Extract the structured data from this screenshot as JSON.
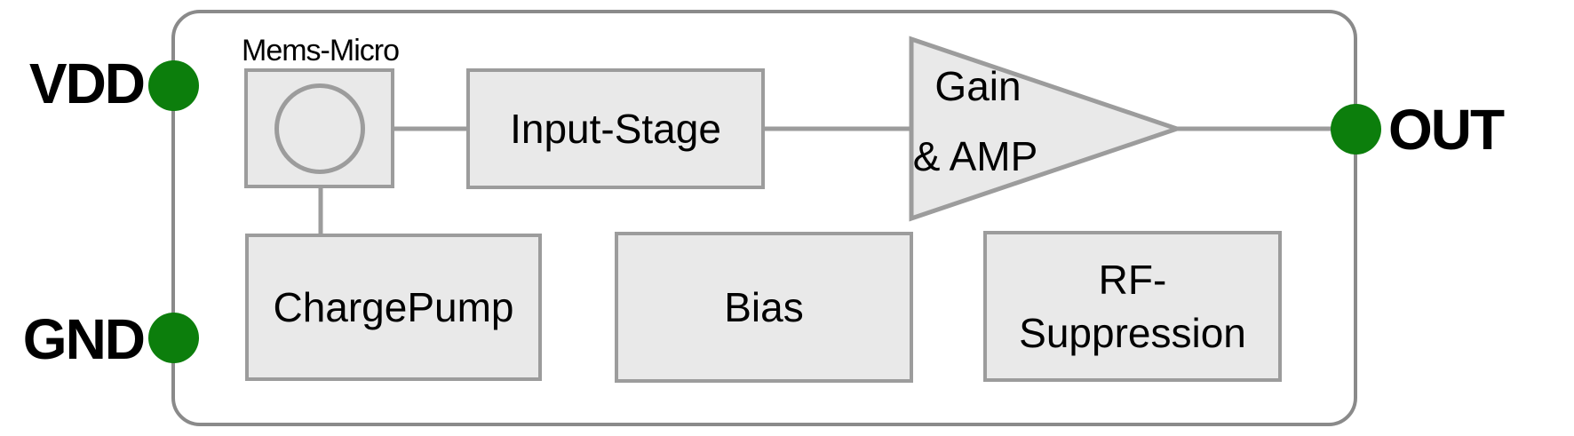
{
  "diagram": {
    "type": "circuit-block-diagram",
    "ports": {
      "vdd": {
        "label": "VDD"
      },
      "gnd": {
        "label": "GND"
      },
      "out": {
        "label": "OUT"
      }
    },
    "blocks": {
      "mems_micro": {
        "label": "Mems-Micro"
      },
      "input_stage": {
        "label": "Input-Stage"
      },
      "amplifier": {
        "label_line1": "Gain",
        "label_line2": "& AMP"
      },
      "charge_pump": {
        "label": "ChargePump"
      },
      "bias": {
        "label": "Bias"
      },
      "rf_suppression": {
        "label_line1": "RF-",
        "label_line2": "Suppression"
      }
    },
    "colors": {
      "port_dot_green": "#0c7e0c",
      "chip_outline_gray": "#8a8a8a",
      "block_border_gray": "#9c9c9c",
      "block_fill_gray": "#e9e9e9",
      "label_text": "#000000"
    }
  }
}
